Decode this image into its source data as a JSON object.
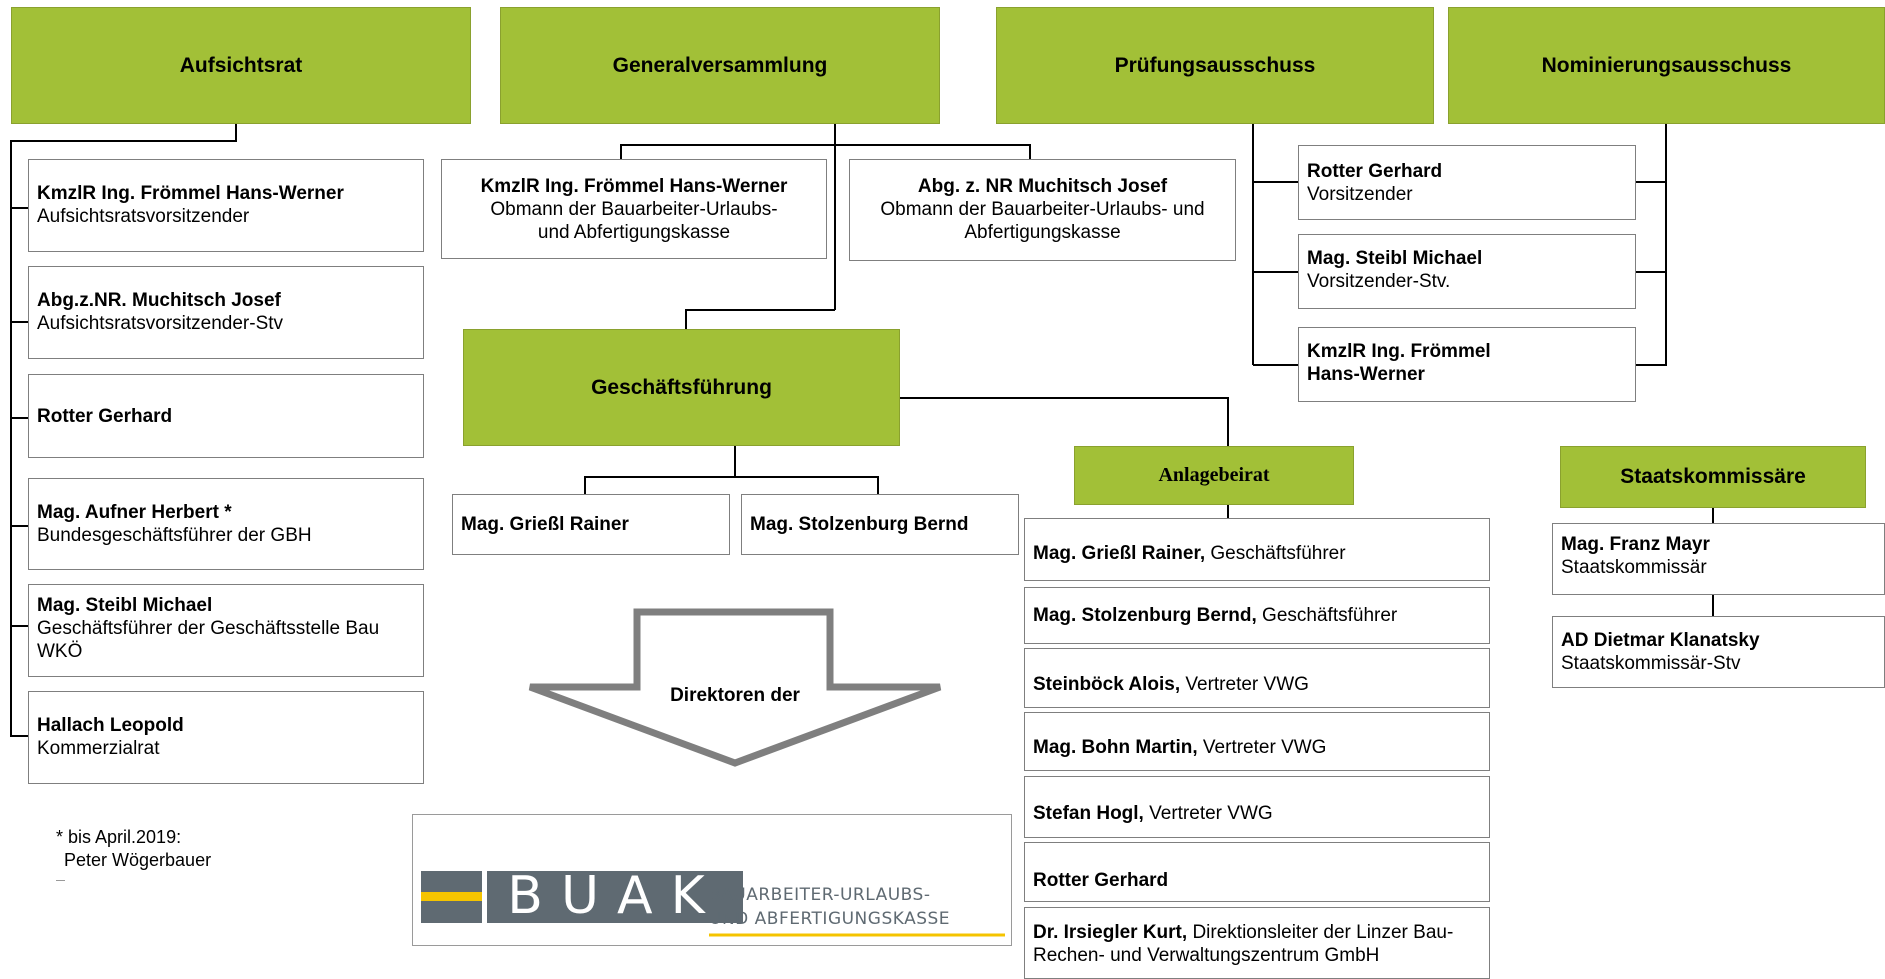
{
  "headers": {
    "aufsichtsrat": "Aufsichtsrat",
    "generalversammlung": "Generalversammlung",
    "pruefungsausschuss": "Prüfungsausschuss",
    "nominierungsausschuss": "Nominierungsausschuss",
    "geschaeftsfuehrung": "Geschäftsführung",
    "anlagebeirat": "Anlagebeirat",
    "staatskommissaere": "Staatskommissäre"
  },
  "aufsichtsrat_members": [
    {
      "name": "KmzlR Ing. Frömmel Hans-Werner",
      "role": "Aufsichtsratsvorsitzender"
    },
    {
      "name": "Abg.z.NR. Muchitsch Josef",
      "role": "Aufsichtsratsvorsitzender-Stv"
    },
    {
      "name": "Rotter Gerhard",
      "role": ""
    },
    {
      "name": "Mag. Aufner Herbert *",
      "role": "Bundesgeschäftsführer der GBH"
    },
    {
      "name": "Mag. Steibl Michael",
      "role": "Geschäftsführer der Geschäftsstelle Bau WKÖ"
    },
    {
      "name": "Hallach Leopold",
      "role": "Kommerzialrat"
    }
  ],
  "generalversammlung_members": [
    {
      "name": "KmzlR Ing. Frömmel Hans-Werner",
      "role": "Obmann der Bauarbeiter-Urlaubs- und Abfertigungskasse"
    },
    {
      "name": "Abg. z. NR Muchitsch Josef",
      "role": "Obmann der Bauarbeiter-Urlaubs- und Abfertigungskasse"
    }
  ],
  "pruefungsausschuss_members": [
    {
      "name": "Rotter Gerhard",
      "role": "Vorsitzender"
    },
    {
      "name": "Mag. Steibl Michael",
      "role": "Vorsitzender-Stv."
    },
    {
      "name": "KmzlR Ing. Frömmel Hans-Werner",
      "role": ""
    }
  ],
  "geschaeftsfuehrung_members": [
    {
      "name": "Mag. Grießl Rainer"
    },
    {
      "name": "Mag. Stolzenburg Bernd"
    }
  ],
  "direktoren_label": "Direktoren der",
  "anlagebeirat_members": [
    {
      "name": "Mag. Grießl Rainer,",
      "role": " Geschäftsführer"
    },
    {
      "name": "Mag. Stolzenburg Bernd,",
      "role": " Geschäftsführer"
    },
    {
      "name": "Steinböck Alois,",
      "role": " Vertreter VWG"
    },
    {
      "name": "Mag. Bohn Martin,",
      "role": " Vertreter VWG"
    },
    {
      "name": "Stefan Hogl,",
      "role": " Vertreter VWG"
    },
    {
      "name": "Rotter Gerhard",
      "role": ""
    },
    {
      "name": "Dr. Irsiegler Kurt,",
      "role": " Direktionsleiter der Linzer Bau-Rechen- und Verwaltungszentrum GmbH"
    }
  ],
  "staatskommissaere_members": [
    {
      "name": "Mag. Franz Mayr",
      "role": "Staatskommissär"
    },
    {
      "name": "AD Dietmar Klanatsky",
      "role": "Staatskommissär-Stv"
    }
  ],
  "footnote": {
    "line1": "* bis April.2019:",
    "line2": "Peter Wögerbauer"
  },
  "logo": {
    "wordmark": "BUAK",
    "line1": "BAUARBEITER-URLAUBS-",
    "line2": "UND ABFERTIGUNGSKASSE"
  },
  "colors": {
    "header_green": "#a2c037",
    "logo_grey": "#5f6a72",
    "logo_yellow": "#f5c400"
  }
}
